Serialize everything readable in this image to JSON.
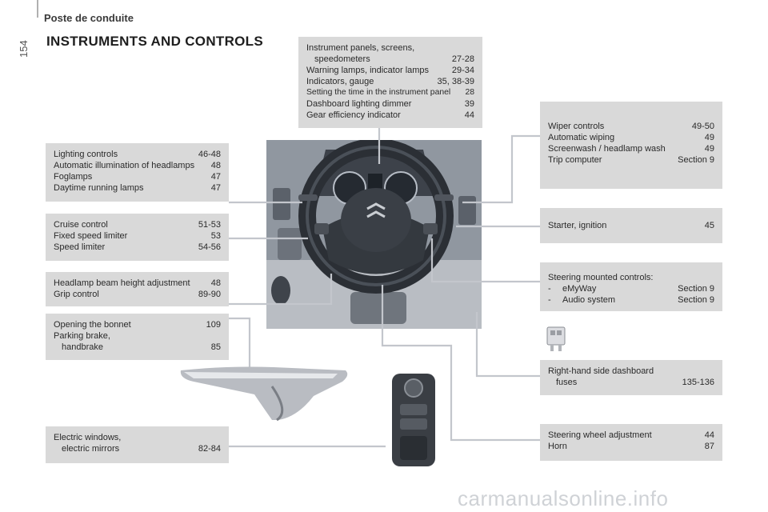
{
  "header": {
    "page_number": "154",
    "section": "Poste de conduite",
    "title": "INSTRUMENTS AND CONTROLS"
  },
  "boxes": {
    "instruments": {
      "rows": [
        {
          "label": "Instrument panels, screens,",
          "page": ""
        },
        {
          "label": "speedometers",
          "page": "27-28",
          "indent": true
        },
        {
          "label": "Warning lamps, indicator lamps",
          "page": "29-34"
        },
        {
          "label": "Indicators, gauge",
          "page": "35, 38-39"
        },
        {
          "label": "Setting the time in the instrument panel",
          "page": "28"
        },
        {
          "label": "Dashboard lighting dimmer",
          "page": "39"
        },
        {
          "label": "Gear efficiency indicator",
          "page": "44"
        }
      ]
    },
    "lighting": {
      "rows": [
        {
          "label": "Lighting controls",
          "page": "46-48"
        },
        {
          "label": "Automatic illumination of headlamps",
          "page": "48"
        },
        {
          "label": "Foglamps",
          "page": "47"
        },
        {
          "label": "Daytime running lamps",
          "page": "47"
        }
      ]
    },
    "cruise": {
      "rows": [
        {
          "label": "Cruise control",
          "page": "51-53"
        },
        {
          "label": "Fixed speed limiter",
          "page": "53"
        },
        {
          "label": "Speed limiter",
          "page": "54-56"
        }
      ]
    },
    "headlamp": {
      "rows": [
        {
          "label": "Headlamp beam height adjustment",
          "page": "48"
        },
        {
          "label": "Grip control",
          "page": "89-90"
        }
      ]
    },
    "bonnet": {
      "rows": [
        {
          "label": "Opening the bonnet",
          "page": "109"
        },
        {
          "label": "Parking brake,",
          "page": ""
        },
        {
          "label": "handbrake",
          "page": "85",
          "indent": true
        }
      ]
    },
    "windows": {
      "rows": [
        {
          "label": "Electric windows,",
          "page": ""
        },
        {
          "label": "electric mirrors",
          "page": "82-84",
          "indent": true
        }
      ]
    },
    "wiper": {
      "rows": [
        {
          "label": "Wiper controls",
          "page": "49-50"
        },
        {
          "label": "Automatic wiping",
          "page": "49"
        },
        {
          "label": "Screenwash / headlamp wash",
          "page": "49"
        },
        {
          "label": "Trip computer",
          "page": "Section 9"
        }
      ]
    },
    "starter": {
      "rows": [
        {
          "label": "Starter, ignition",
          "page": "45"
        }
      ]
    },
    "steering_controls": {
      "title": "Steering mounted controls:",
      "items": [
        {
          "dash": "-",
          "label": "eMyWay",
          "page": "Section 9"
        },
        {
          "dash": "-",
          "label": "Audio system",
          "page": "Section 9"
        }
      ]
    },
    "fuses": {
      "rows": [
        {
          "label": "Right-hand side dashboard",
          "page": ""
        },
        {
          "label": "fuses",
          "page": "135-136",
          "indent": true
        }
      ]
    },
    "steering_wheel": {
      "rows": [
        {
          "label": "Steering wheel adjustment",
          "page": "44"
        },
        {
          "label": "Horn",
          "page": "87"
        }
      ]
    }
  },
  "watermark": "carmanualsonline.info",
  "colors": {
    "box_bg": "#d9d9d9",
    "leader_line": "#c3c6cc",
    "text": "#2a2a2a"
  }
}
